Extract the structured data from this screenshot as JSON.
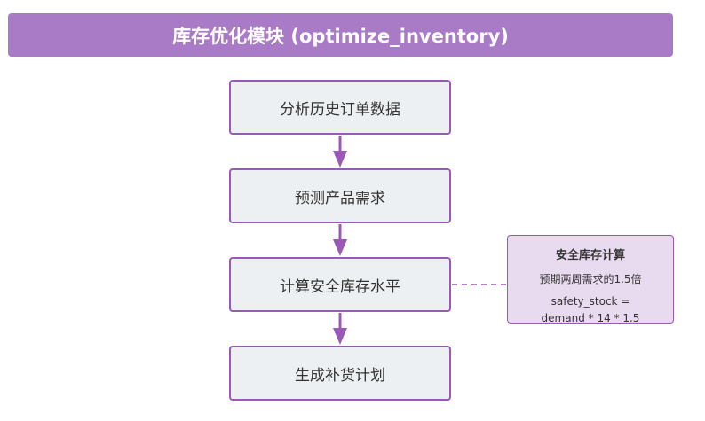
{
  "header": {
    "title": "库存优化模块 (optimize_inventory)"
  },
  "steps": [
    {
      "label": "分析历史订单数据"
    },
    {
      "label": "预测产品需求"
    },
    {
      "label": "计算安全库存水平"
    },
    {
      "label": "生成补货计划"
    }
  ],
  "note": {
    "title": "安全库存计算",
    "description": "预期两周需求的1.5倍",
    "formula_line1": "safety_stock =",
    "formula_line2": "demand * 14 * 1.5"
  },
  "colors": {
    "title_bg": "#a97bc6",
    "border": "#9b59b6",
    "step_bg": "#edf0f2",
    "note_bg": "#e8daef",
    "text": "#333333"
  }
}
